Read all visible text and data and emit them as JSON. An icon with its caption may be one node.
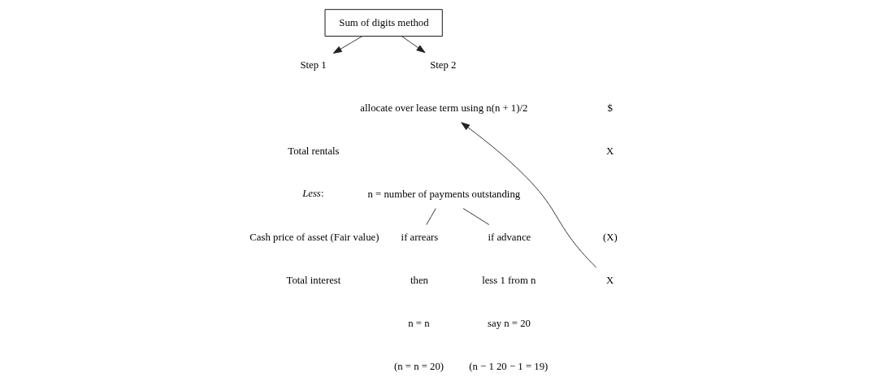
{
  "diagram": {
    "nodes": [
      {
        "text": [
          "Sum of digits method"
        ]
      },
      {
        "text": [
          "Step 1"
        ]
      },
      {
        "text": [
          "Step 2"
        ]
      },
      {
        "text": [
          "X"
        ]
      },
      {
        "text": [
          "allocate over lease term using n(n + 1)/2"
        ]
      },
      {
        "text": [
          "n = number of payments outstanding"
        ]
      },
      {
        "text": [
          "if advance"
        ]
      },
      {
        "text": [
          "if arrears"
        ]
      }
    ],
    "edges": [
      {
        "from": 0,
        "to": 1,
        "arrow": "to"
      },
      {
        "from": 0,
        "to": 2,
        "arrow": "to"
      },
      {
        "from": 3,
        "to": 4,
        "arrow": "to"
      },
      {
        "from": 5,
        "to": 6,
        "arrow": "none"
      },
      {
        "from": 5,
        "to": 7,
        "arrow": "none"
      }
    ],
    "labels": [
      "$",
      "Total rentals",
      "X",
      "*Less*:",
      "Cash price of asset (Fair value)",
      "(X)",
      "Total interest",
      "less 1 from n",
      "then",
      "say n = 20",
      "n = n",
      "(n − 1 20 − 1 = 19)",
      "(n = n = 20)"
    ]
  }
}
